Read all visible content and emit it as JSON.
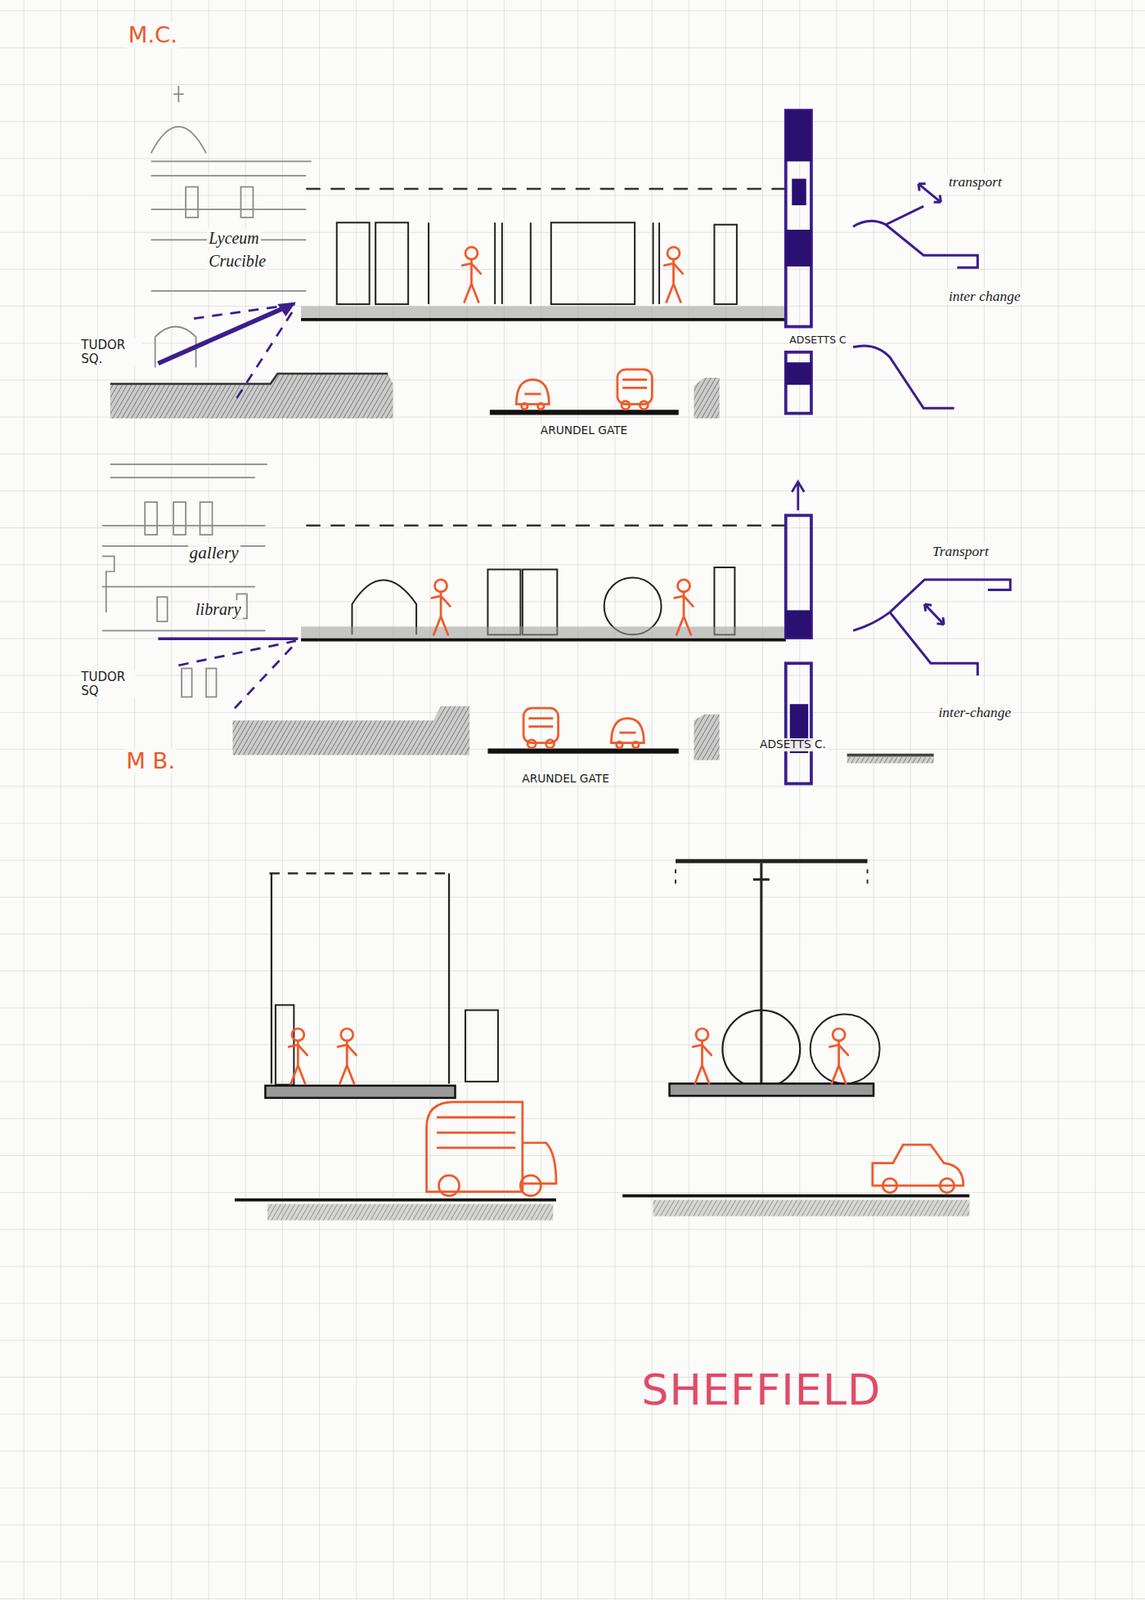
{
  "diagram": {
    "labels": [
      "M.C.",
      "Lyceum",
      "Crucible",
      "transport",
      "TUDOR SQ.",
      "ADSETTS C",
      "inter change",
      "ARUNDEL GATE",
      "gallery",
      "library",
      "Transport",
      "TUDOR SQ",
      "ADSETTS C.",
      "inter-change",
      "M B.",
      "ARUNDEL GATE",
      "SHEFFIELD"
    ]
  }
}
